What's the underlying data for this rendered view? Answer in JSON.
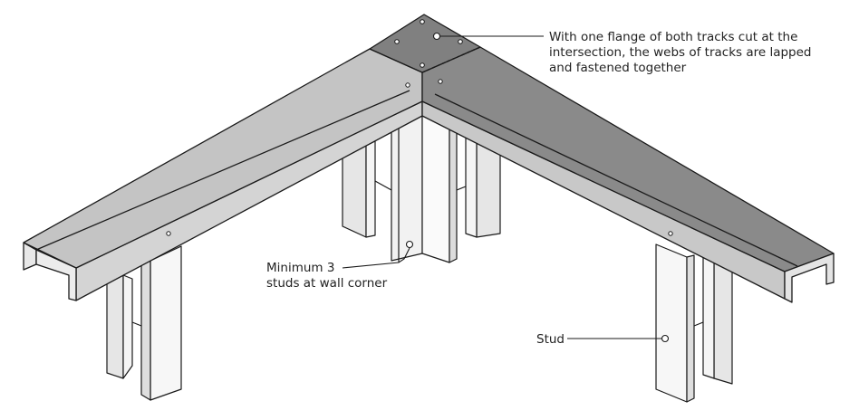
{
  "callouts": {
    "lapped_webs": {
      "lines": [
        "With one flange of both tracks cut at the",
        "intersection, the webs of tracks are lapped",
        "and fastened together"
      ]
    },
    "corner_studs": {
      "lines": [
        "Minimum 3",
        "studs at wall corner"
      ]
    },
    "stud": {
      "lines": [
        "Stud"
      ]
    }
  },
  "colors": {
    "track_light": "#c4c4c4",
    "track_dark": "#8a8a8a",
    "track_top_dark": "#808080",
    "stud_face": "#f7f7f7",
    "stud_shade": "#e2e2e2",
    "stroke": "#1a1a1a"
  }
}
